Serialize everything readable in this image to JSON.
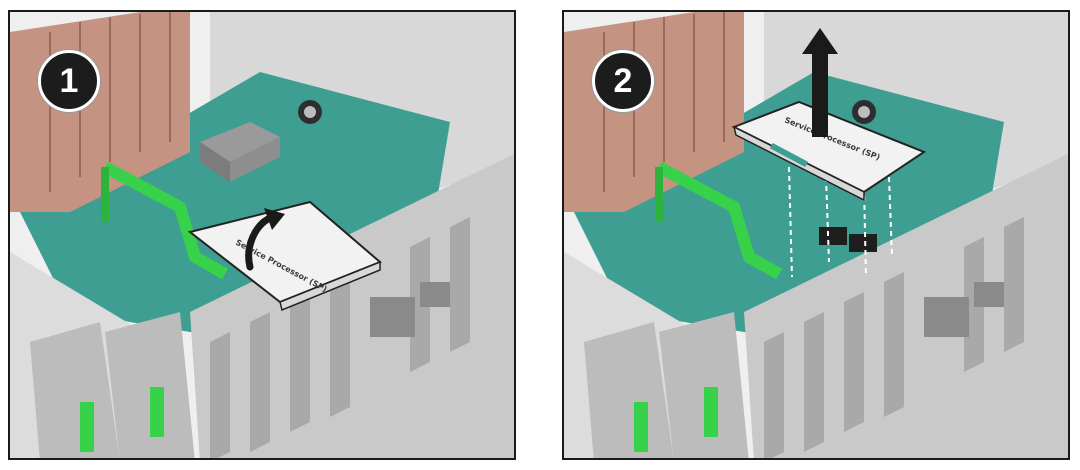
{
  "steps": [
    {
      "number": "1",
      "card_text": "Service Processor (SP)",
      "motion": "rotate-up"
    },
    {
      "number": "2",
      "card_text": "Service Processor (SP)",
      "motion": "lift-up"
    }
  ],
  "colors": {
    "board": "#3f9e92",
    "handle": "#37d24a",
    "copper": "#c49382",
    "chassis": "#c9c9c9",
    "panel_border": "#1a1a1a",
    "badge": "#1c1c1c"
  },
  "icons": [
    "curved-arrow-icon",
    "up-arrow-icon"
  ]
}
